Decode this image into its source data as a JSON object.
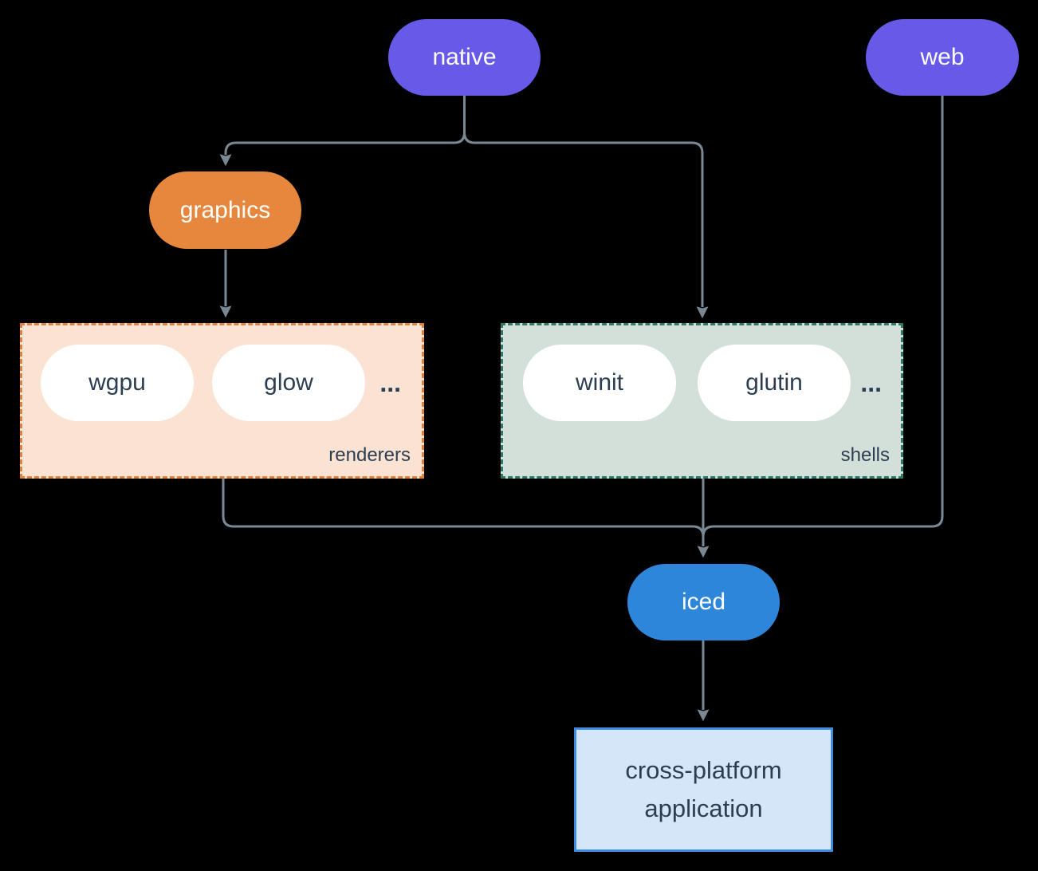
{
  "background": "#000000",
  "connector_color": "#7a8894",
  "nodes": {
    "native": {
      "label": "native",
      "color": "#685ae8"
    },
    "web": {
      "label": "web",
      "color": "#685ae8"
    },
    "graphics": {
      "label": "graphics",
      "color": "#e6873d"
    },
    "iced": {
      "label": "iced",
      "color": "#2d86da"
    },
    "application": {
      "label": "cross-platform\napplication",
      "fill": "#d5e6f8",
      "border": "#3e8cdf"
    }
  },
  "groups": {
    "renderers": {
      "label": "renderers",
      "items": [
        "wgpu",
        "glow"
      ],
      "ellipsis": "...",
      "fill": "#fae3d2",
      "border": "#e0813c"
    },
    "shells": {
      "label": "shells",
      "items": [
        "winit",
        "glutin"
      ],
      "ellipsis": "...",
      "fill": "#d3e0da",
      "border": "#2e7869"
    }
  },
  "edges": [
    {
      "from": "native",
      "to": "graphics"
    },
    {
      "from": "native",
      "to": "shells"
    },
    {
      "from": "graphics",
      "to": "renderers"
    },
    {
      "from": "renderers",
      "to": "iced"
    },
    {
      "from": "shells",
      "to": "iced"
    },
    {
      "from": "web",
      "to": "iced"
    },
    {
      "from": "iced",
      "to": "application"
    }
  ]
}
